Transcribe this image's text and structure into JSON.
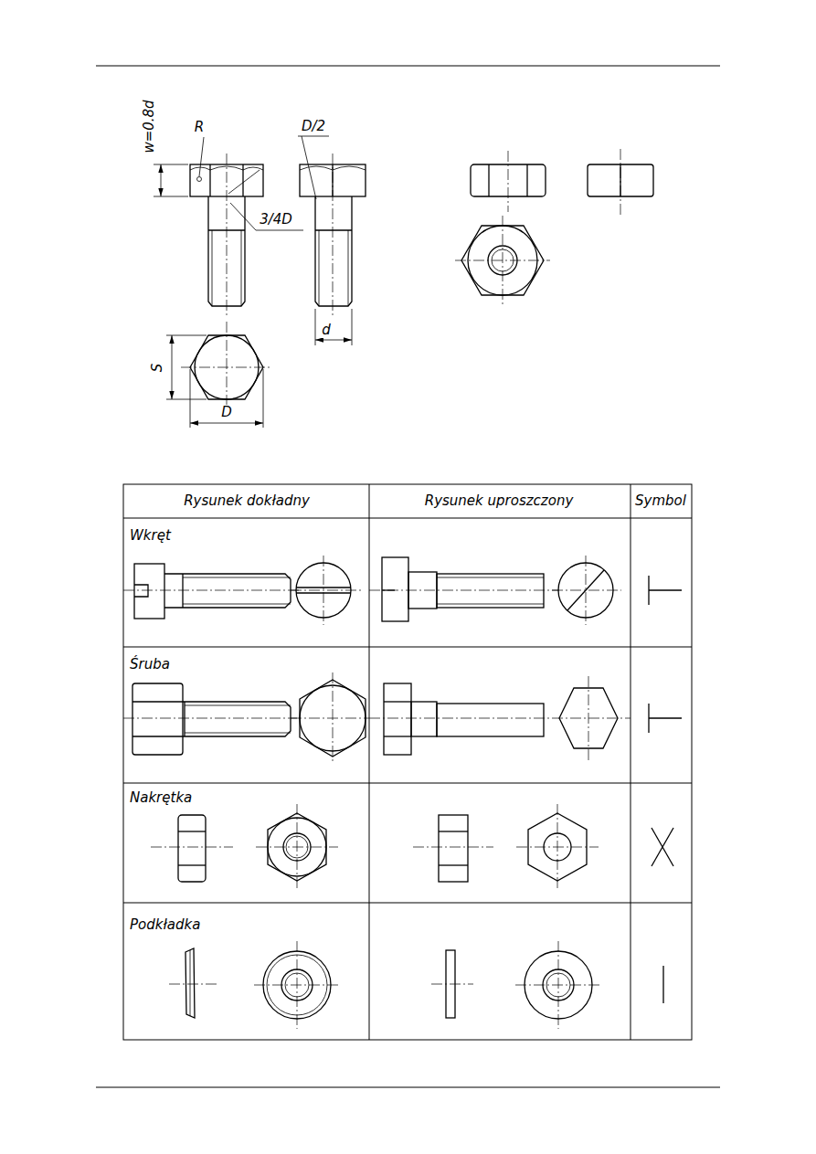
{
  "diagram": {
    "labels": [
      "w=0.8d",
      "R",
      "D/2",
      "3/4D",
      "d",
      "S",
      "D",
      "Rysunek dokładny",
      "Rysunek uproszczony",
      "Symbol",
      "Wkręt",
      "Śruba",
      "Nakrętka",
      "Podkładka"
    ]
  }
}
